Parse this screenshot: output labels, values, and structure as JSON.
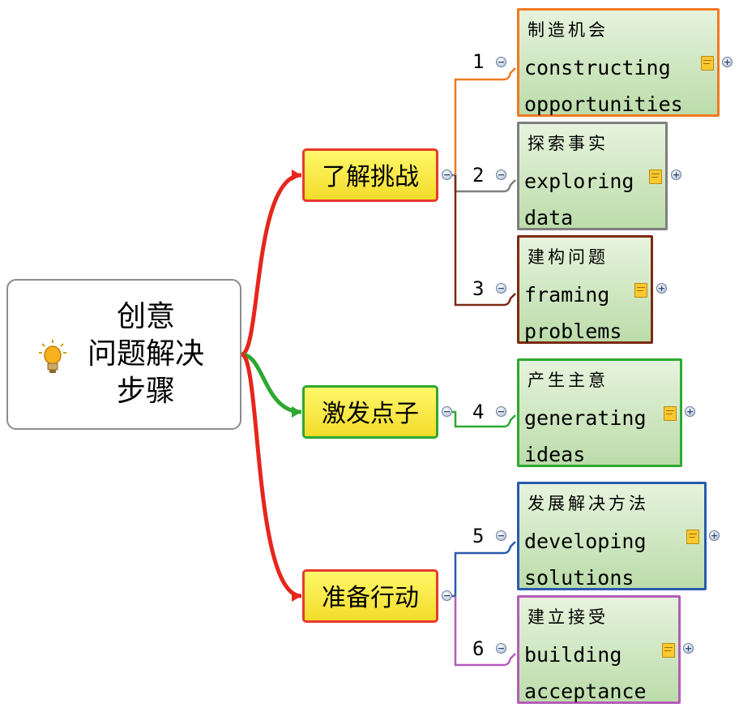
{
  "root": {
    "lines": [
      "创意",
      "问题解决",
      "步骤"
    ],
    "icon": "lightbulb-icon"
  },
  "branches": [
    {
      "label": "了解挑战",
      "color": "#e83a2c"
    },
    {
      "label": "激发点子",
      "color": "#2ea830"
    },
    {
      "label": "准备行动",
      "color": "#e83a2c"
    }
  ],
  "leaves": [
    {
      "num": "1",
      "cn": "制造机会",
      "en": [
        "constructing",
        "opportunities"
      ],
      "border": "#f07a22"
    },
    {
      "num": "2",
      "cn": "探索事实",
      "en": [
        "exploring",
        "data"
      ],
      "border": "#7f7f7f"
    },
    {
      "num": "3",
      "cn": "建构问题",
      "en": [
        "framing",
        "problems"
      ],
      "border": "#7b2a14"
    },
    {
      "num": "4",
      "cn": "产生主意",
      "en": [
        "generating",
        "ideas"
      ],
      "border": "#2ea830"
    },
    {
      "num": "5",
      "cn": "发展解决方法",
      "en": [
        "developing",
        "solutions"
      ],
      "border": "#2a5ab0"
    },
    {
      "num": "6",
      "cn": "建立接受",
      "en": [
        "building",
        "acceptance"
      ],
      "border": "#b45cb8"
    }
  ],
  "icons": {
    "collapse": "minus-circle-icon",
    "expand": "plus-circle-icon",
    "note": "note-icon"
  },
  "symbols": {
    "minus": "−",
    "plus": "+"
  }
}
